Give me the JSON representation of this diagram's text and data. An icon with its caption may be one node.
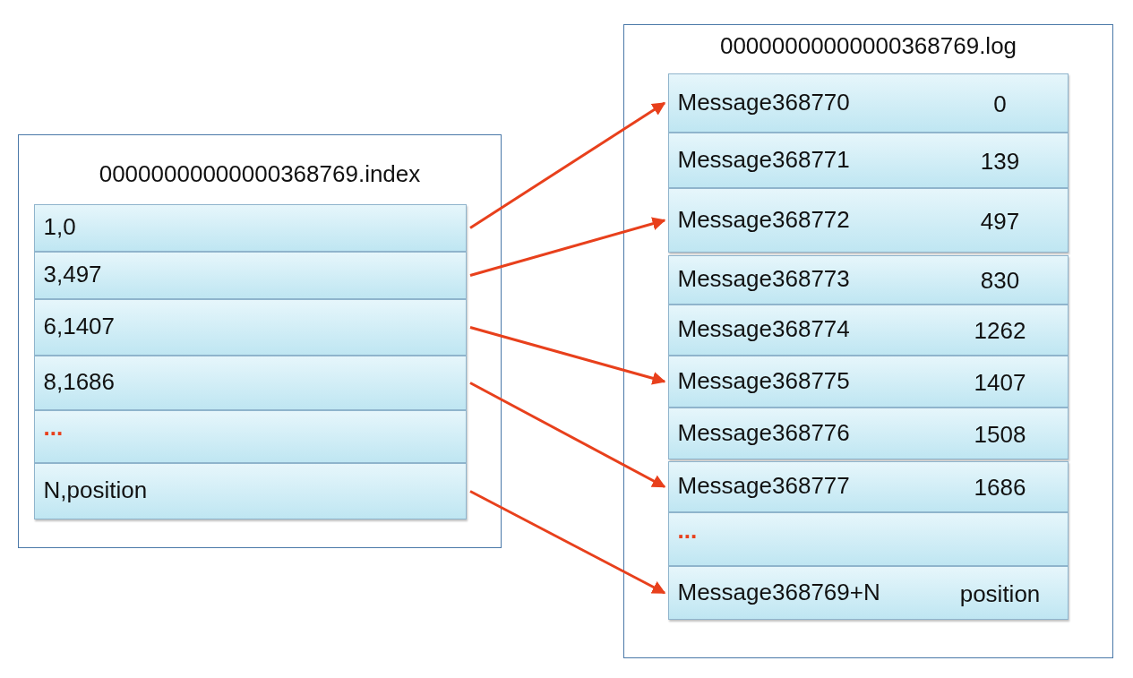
{
  "diagram": {
    "nodes": [
      {
        "text": [
          "00000000000000368769.index"
        ]
      },
      {
        "text": [
          "1,0"
        ],
        "in": 0
      },
      {
        "text": [
          "3,497"
        ],
        "in": 0
      },
      {
        "text": [
          "6,1407"
        ],
        "in": 0
      },
      {
        "text": [
          "8,1686"
        ],
        "in": 0
      },
      {
        "text": [
          "..."
        ],
        "in": 0
      },
      {
        "text": [
          "N,position"
        ],
        "in": 0
      },
      {
        "text": [
          "00000000000000368769.log"
        ]
      },
      {
        "text": [
          "Message368770",
          "0"
        ],
        "in": 7
      },
      {
        "text": [
          "Message368771",
          "139"
        ],
        "in": 7
      },
      {
        "text": [
          "Message368772",
          "497"
        ],
        "in": 7
      },
      {
        "text": [
          "Message368773",
          "830"
        ],
        "in": 7
      },
      {
        "text": [
          "Message368774",
          "1262"
        ],
        "in": 7
      },
      {
        "text": [
          "Message368775",
          "1407"
        ],
        "in": 7
      },
      {
        "text": [
          "Message368776",
          "1508"
        ],
        "in": 7
      },
      {
        "text": [
          "Message368777",
          "1686"
        ],
        "in": 7
      },
      {
        "text": [
          "..."
        ],
        "in": 7
      },
      {
        "text": [
          "Message368769+N",
          "position"
        ],
        "in": 7
      }
    ],
    "edges": [
      {
        "from": 1,
        "to": 8,
        "arrow": "to",
        "color": "#e8401c"
      },
      {
        "from": 2,
        "to": 10,
        "arrow": "to",
        "color": "#e8401c"
      },
      {
        "from": 3,
        "to": 13,
        "arrow": "to",
        "color": "#e8401c"
      },
      {
        "from": 4,
        "to": 15,
        "arrow": "to",
        "color": "#e8401c"
      },
      {
        "from": 6,
        "to": 17,
        "arrow": "to",
        "color": "#e8401c"
      }
    ]
  }
}
